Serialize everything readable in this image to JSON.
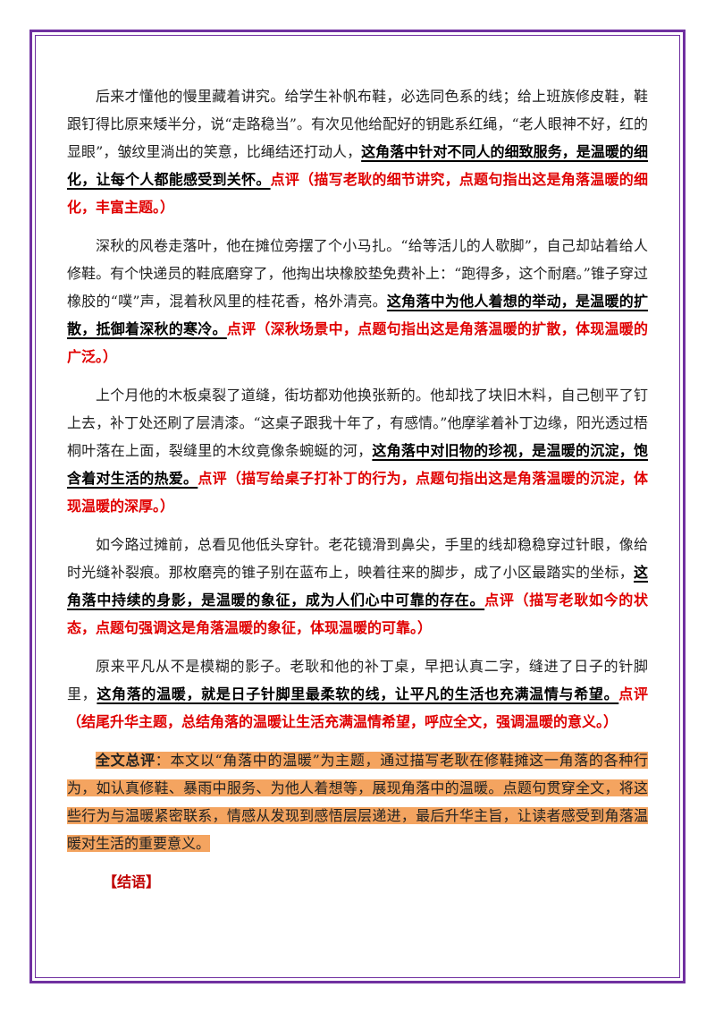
{
  "paragraphs": [
    {
      "text": "后来才懂他的慢里藏着讲究。给学生补帆布鞋，必选同色系的线；给上班族修皮鞋，鞋跟钉得比原来矮半分，说“走路稳当”。有次见他给配好的钥匙系红绳，“老人眼神不好，红的显眼”，皱纹里淌出的笑意，比绳结还打动人，",
      "highlight": "这角落中针对不同人的细致服务，是温暖的细化，让每个人都能感受到关怀。",
      "comment": "点评（描写老耿的细节讲究，点题句指出这是角落温暖的细化，丰富主题。）"
    },
    {
      "text": "深秋的风卷走落叶，他在摊位旁摆了个小马扎。“给等活儿的人歇脚”，自己却站着给人修鞋。有个快递员的鞋底磨穿了，他掏出块橡胶垫免费补上：“跑得多，这个耐磨。”锥子穿过橡胶的“噗”声，混着秋风里的桂花香，格外清亮。",
      "highlight": "这角落中为他人着想的举动，是温暖的扩散，抵御着深秋的寒冷。",
      "comment": "点评（深秋场景中，点题句指出这是角落温暖的扩散，体现温暖的广泛。）"
    },
    {
      "text": "上个月他的木板桌裂了道缝，街坊都劝他换张新的。他却找了块旧木料，自己刨平了钉上去，补丁处还刷了层清漆。“这桌子跟我十年了，有感情。”他摩挲着补丁边缘，阳光透过梧桐叶落在上面，裂缝里的木纹竟像条蜿蜒的河，",
      "highlight": "这角落中对旧物的珍视，是温暖的沉淀，饱含着对生活的热爱。",
      "comment": "点评（描写给桌子打补丁的行为，点题句指出这是角落温暖的沉淀，体现温暖的深厚。）"
    },
    {
      "text": "如今路过摊前，总看见他低头穿针。老花镜滑到鼻尖，手里的线却稳稳穿过针眼，像给时光缝补裂痕。那枚磨亮的锥子别在蓝布上，映着往来的脚步，成了小区最踏实的坐标，",
      "highlight": "这角落中持续的身影，是温暖的象征，成为人们心中可靠的存在。",
      "comment": "点评（描写老耿如今的状态，点题句强调这是角落温暖的象征，体现温暖的可靠。）"
    },
    {
      "text": "原来平凡从不是模糊的影子。老耿和他的补丁桌，早把认真二字，缝进了日子的针脚里，",
      "highlight": "这角落的温暖，就是日子针脚里最柔软的线，让平凡的生活也充满温情与希望。",
      "comment": "点评（结尾升华主题，总结角落的温暖让生活充满温情希望，呼应全文，强调温暖的意义。）"
    }
  ],
  "summary": {
    "label": "全文总评",
    "text": "：本文以“角落中的温暖”为主题，通过描写老耿在修鞋摊这一角落的各种行为，如认真修鞋、暴雨中服务、为他人着想等，展现角落中的温暖。点题句贯穿全文，将这些行为与温暖紧密联系，情感从发现到感悟层层递进，最后升华主旨，让读者感受到角落温暖对生活的重要意义。"
  },
  "ending": "【结语】",
  "colors": {
    "frame": "#7030a0",
    "comment": "#e00000",
    "summary_highlight": "#f4a460"
  }
}
